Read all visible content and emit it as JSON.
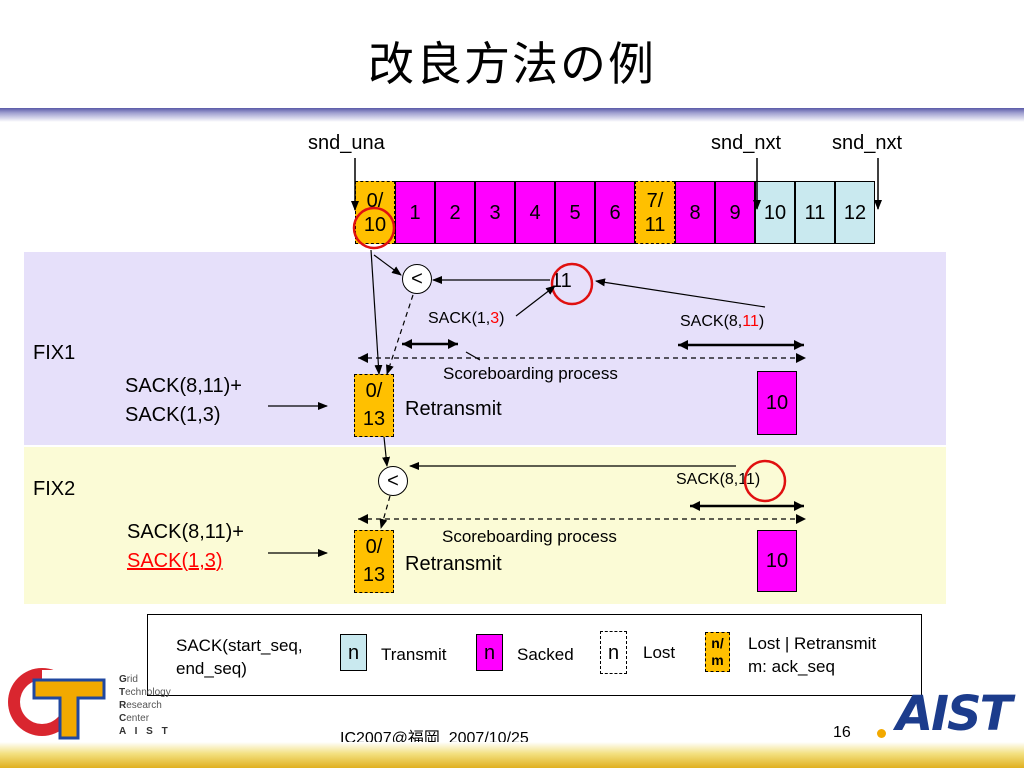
{
  "title": "改良方法の例",
  "pointers": {
    "snd_una": "snd_una",
    "snd_nxt_1": "snd_nxt",
    "snd_nxt_2": "snd_nxt"
  },
  "sequence": [
    {
      "top": "0/",
      "bottom": "10",
      "type": "lost-retransmit"
    },
    {
      "label": "1",
      "type": "sacked"
    },
    {
      "label": "2",
      "type": "sacked"
    },
    {
      "label": "3",
      "type": "sacked"
    },
    {
      "label": "4",
      "type": "sacked"
    },
    {
      "label": "5",
      "type": "sacked"
    },
    {
      "label": "6",
      "type": "sacked"
    },
    {
      "top": "7/",
      "bottom": "11",
      "type": "lost-retransmit"
    },
    {
      "label": "8",
      "type": "sacked"
    },
    {
      "label": "9",
      "type": "sacked"
    },
    {
      "label": "10",
      "type": "transmit"
    },
    {
      "label": "11",
      "type": "transmit"
    },
    {
      "label": "12",
      "type": "transmit"
    }
  ],
  "fix1": {
    "name": "FIX1",
    "compare": "<",
    "ack_circle": "11",
    "sack_a_prefix": "SACK(1,",
    "sack_a_red": "3",
    "sack_a_suffix": ")",
    "sack_b_prefix": "SACK(8,",
    "sack_b_red": "11",
    "sack_b_suffix": ")",
    "scoreboarding": "Scoreboarding process",
    "input_line1": "SACK(8,11)+",
    "input_line2": "SACK(1,3)",
    "retrans_top": "0/",
    "retrans_bottom": "13",
    "retransmit": "Retransmit",
    "sacked_box": "10"
  },
  "fix2": {
    "name": "FIX2",
    "compare": "<",
    "sack_label": "SACK(8,11)",
    "scoreboarding": "Scoreboarding process",
    "input_line1": "SACK(8,11)+",
    "input_line2": "SACK(1,3)",
    "retrans_top": "0/",
    "retrans_bottom": "13",
    "retransmit": "Retransmit",
    "sacked_box": "10"
  },
  "legend": {
    "format_line1": "SACK(start_seq,",
    "format_line2": "end_seq)",
    "n": "n",
    "transmit": "Transmit",
    "sacked": "Sacked",
    "lost": "Lost",
    "nm_top": "n/",
    "nm_bottom": "m",
    "lr_line1": "Lost | Retransmit",
    "lr_line2": "m: ack_seq"
  },
  "logo": {
    "letters": [
      "G",
      "T",
      "R",
      "C",
      "A I S T"
    ],
    "rest": [
      "rid",
      "echnology",
      "esearch",
      "enter"
    ],
    "aist": "AIST"
  },
  "footer": {
    "conf": "IC2007@福岡",
    "date": "2007/10/25",
    "page": "16"
  },
  "colors": {
    "sacked": "#ff00ff",
    "transmit": "#c9e9ef",
    "lost_retransmit": "#ffc000",
    "fix1_bg": "#e6e0fa",
    "fix2_bg": "#fbfbd6",
    "highlight": "#ff0000"
  }
}
